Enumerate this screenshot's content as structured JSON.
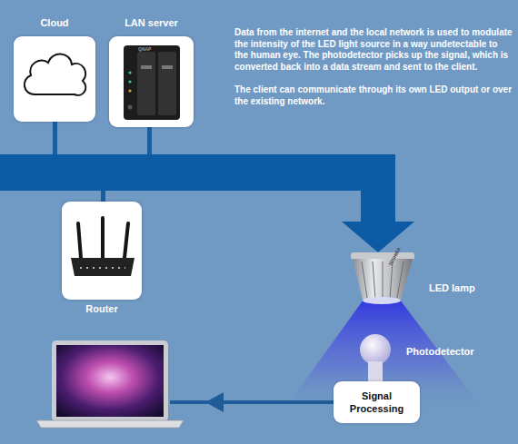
{
  "diagram": {
    "nodes": [
      {
        "text": [
          "Cloud"
        ]
      },
      {
        "text": [
          "LAN server"
        ]
      },
      {
        "text": [
          "Router"
        ]
      },
      {
        "text": [
          "Signal Processing"
        ]
      }
    ],
    "labels": [
      "Data from the internet and the local network is used to modulate the intensity of the LED light source in a way undetectable to the human eye. The photodetector picks up the signal, which is converted back into a data stream and sent to the client.",
      "The client can communicate through its own LED output or over the existing network.",
      "LED lamp",
      "Photodetector",
      "QNAP",
      "TOSHIBA"
    ]
  }
}
